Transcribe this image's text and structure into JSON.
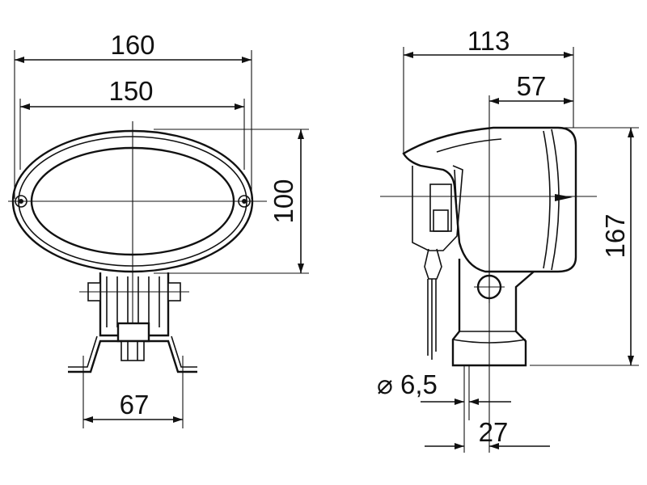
{
  "front_view": {
    "dims": {
      "overall_width": "160",
      "lens_width": "150",
      "lens_height": "100",
      "bracket_width": "67"
    }
  },
  "side_view": {
    "dims": {
      "overall_depth": "113",
      "housing_depth": "57",
      "overall_height": "167",
      "hole_diameter": "⌀ 6,5",
      "hole_offset": "27"
    }
  }
}
